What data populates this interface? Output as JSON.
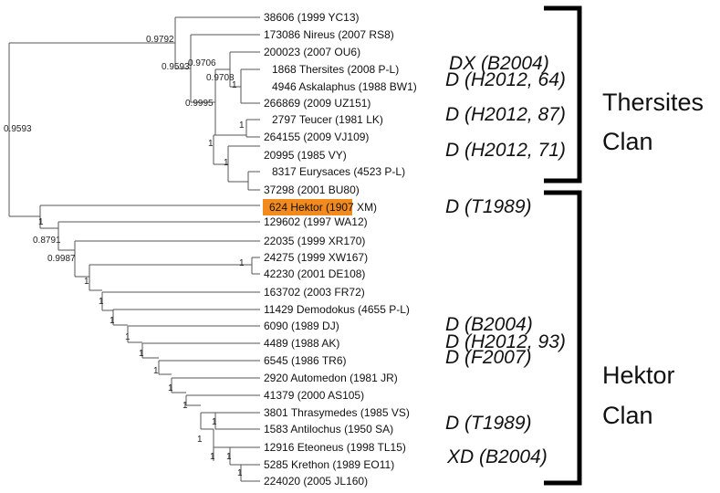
{
  "taxa": [
    "38606 (1999 YC13)",
    "173086 Nireus (2007 RS8)",
    "200023 (2007 OU6)",
    "1868 Thersites (2008 P-L)",
    "4946 Askalaphus (1988 BW1)",
    "266869 (2009 UZ151)",
    "2797 Teucer (1981 LK)",
    "264155 (2009 VJ109)",
    "20995 (1985 VY)",
    "8317 Eurysaces (4523 P-L)",
    "37298 (2001 BU80)",
    "624 Hektor (1907 XM)",
    "129602 (1997 WA12)",
    "22035 (1999 XR170)",
    "24275 (1999 XW167)",
    "42230 (2001 DE108)",
    "163702 (2003 FR72)",
    "11429 Demodokus (4655 P-L)",
    "6090 (1989 DJ)",
    "4489 (1988 AK)",
    "6545 (1986 TR6)",
    "2920 Automedon (1981 JR)",
    "41379 (2000 AS105)",
    "3801 Thrasymedes (1985 VS)",
    "1583 Antilochus (1950 SA)",
    "12916 Eteoneus (1998 TL15)",
    "5285 Krethon (1989 EO11)",
    "224020 (2005 JL160)"
  ],
  "highlight": {
    "taxon": "624 Hektor (1907 XM)",
    "color": "#f28a1e"
  },
  "support_values": [
    "0.9593",
    "0.9792",
    "0.9593",
    "0.9706",
    "0.9708",
    "1",
    "0.9995",
    "1",
    "1",
    "1",
    "1",
    "0.8791",
    "0.9987",
    "1",
    "1",
    "1",
    "1",
    "1",
    "1",
    "1",
    "1",
    "1",
    "1",
    "1",
    "1",
    "1",
    "1"
  ],
  "classifications": [
    "DX (B2004)",
    "D (H2012, 64)",
    "D (H2012, 87)",
    "D (H2012, 71)",
    "D (T1989)",
    "D (B2004)",
    "D (H2012, 93)",
    "D (F2007)",
    "D (T1989)",
    "XD (B2004)"
  ],
  "clans": [
    {
      "line1": "Thersites",
      "line2": "Clan"
    },
    {
      "line1": "Hektor",
      "line2": "Clan"
    }
  ]
}
